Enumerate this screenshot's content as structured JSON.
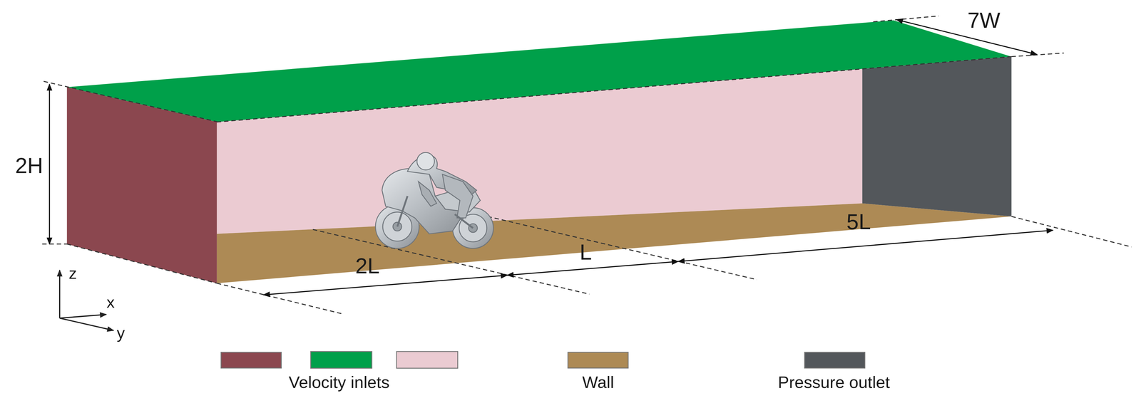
{
  "diagram": {
    "labels": [
      "2H",
      "7W",
      "2L",
      "L",
      "5L",
      "z",
      "x",
      "y"
    ],
    "legend": [
      {
        "text": "Velocity inlets",
        "color": "#8b474f"
      },
      {
        "text": "Wall",
        "color": "#ad8a55"
      },
      {
        "text": "Pressure outlet",
        "color": "#53575b"
      }
    ]
  }
}
